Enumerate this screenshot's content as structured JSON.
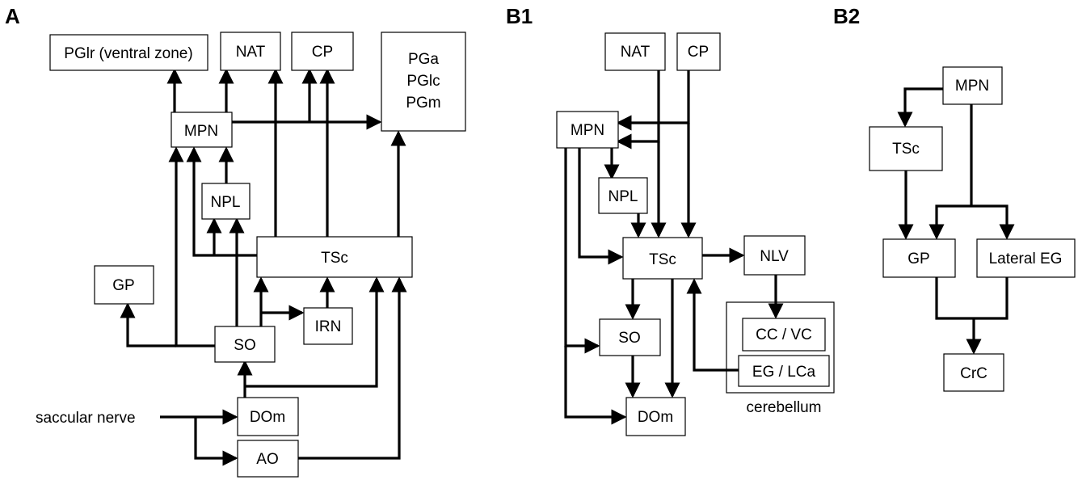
{
  "panels": {
    "a": "A",
    "b1": "B1",
    "b2": "B2"
  },
  "nodes": {
    "a_pglr": "PGlr (ventral zone)",
    "a_nat": "NAT",
    "a_cp": "CP",
    "a_pga_line1": "PGa",
    "a_pga_line2": "PGlc",
    "a_pga_line3": "PGm",
    "a_mpn": "MPN",
    "a_npl": "NPL",
    "a_tsc": "TSc",
    "a_gp": "GP",
    "a_irn": "IRN",
    "a_so": "SO",
    "a_dom": "DOm",
    "a_ao": "AO",
    "b1_nat": "NAT",
    "b1_cp": "CP",
    "b1_mpn": "MPN",
    "b1_npl": "NPL",
    "b1_tsc": "TSc",
    "b1_nlv": "NLV",
    "b1_so": "SO",
    "b1_ccvc": "CC / VC",
    "b1_eglca": "EG / LCa",
    "b1_dom": "DOm",
    "b2_mpn": "MPN",
    "b2_tsc": "TSc",
    "b2_gp": "GP",
    "b2_lateral_eg": "Lateral EG",
    "b2_crc": "CrC"
  },
  "labels": {
    "saccular_nerve": "saccular nerve",
    "cerebellum": "cerebellum"
  }
}
